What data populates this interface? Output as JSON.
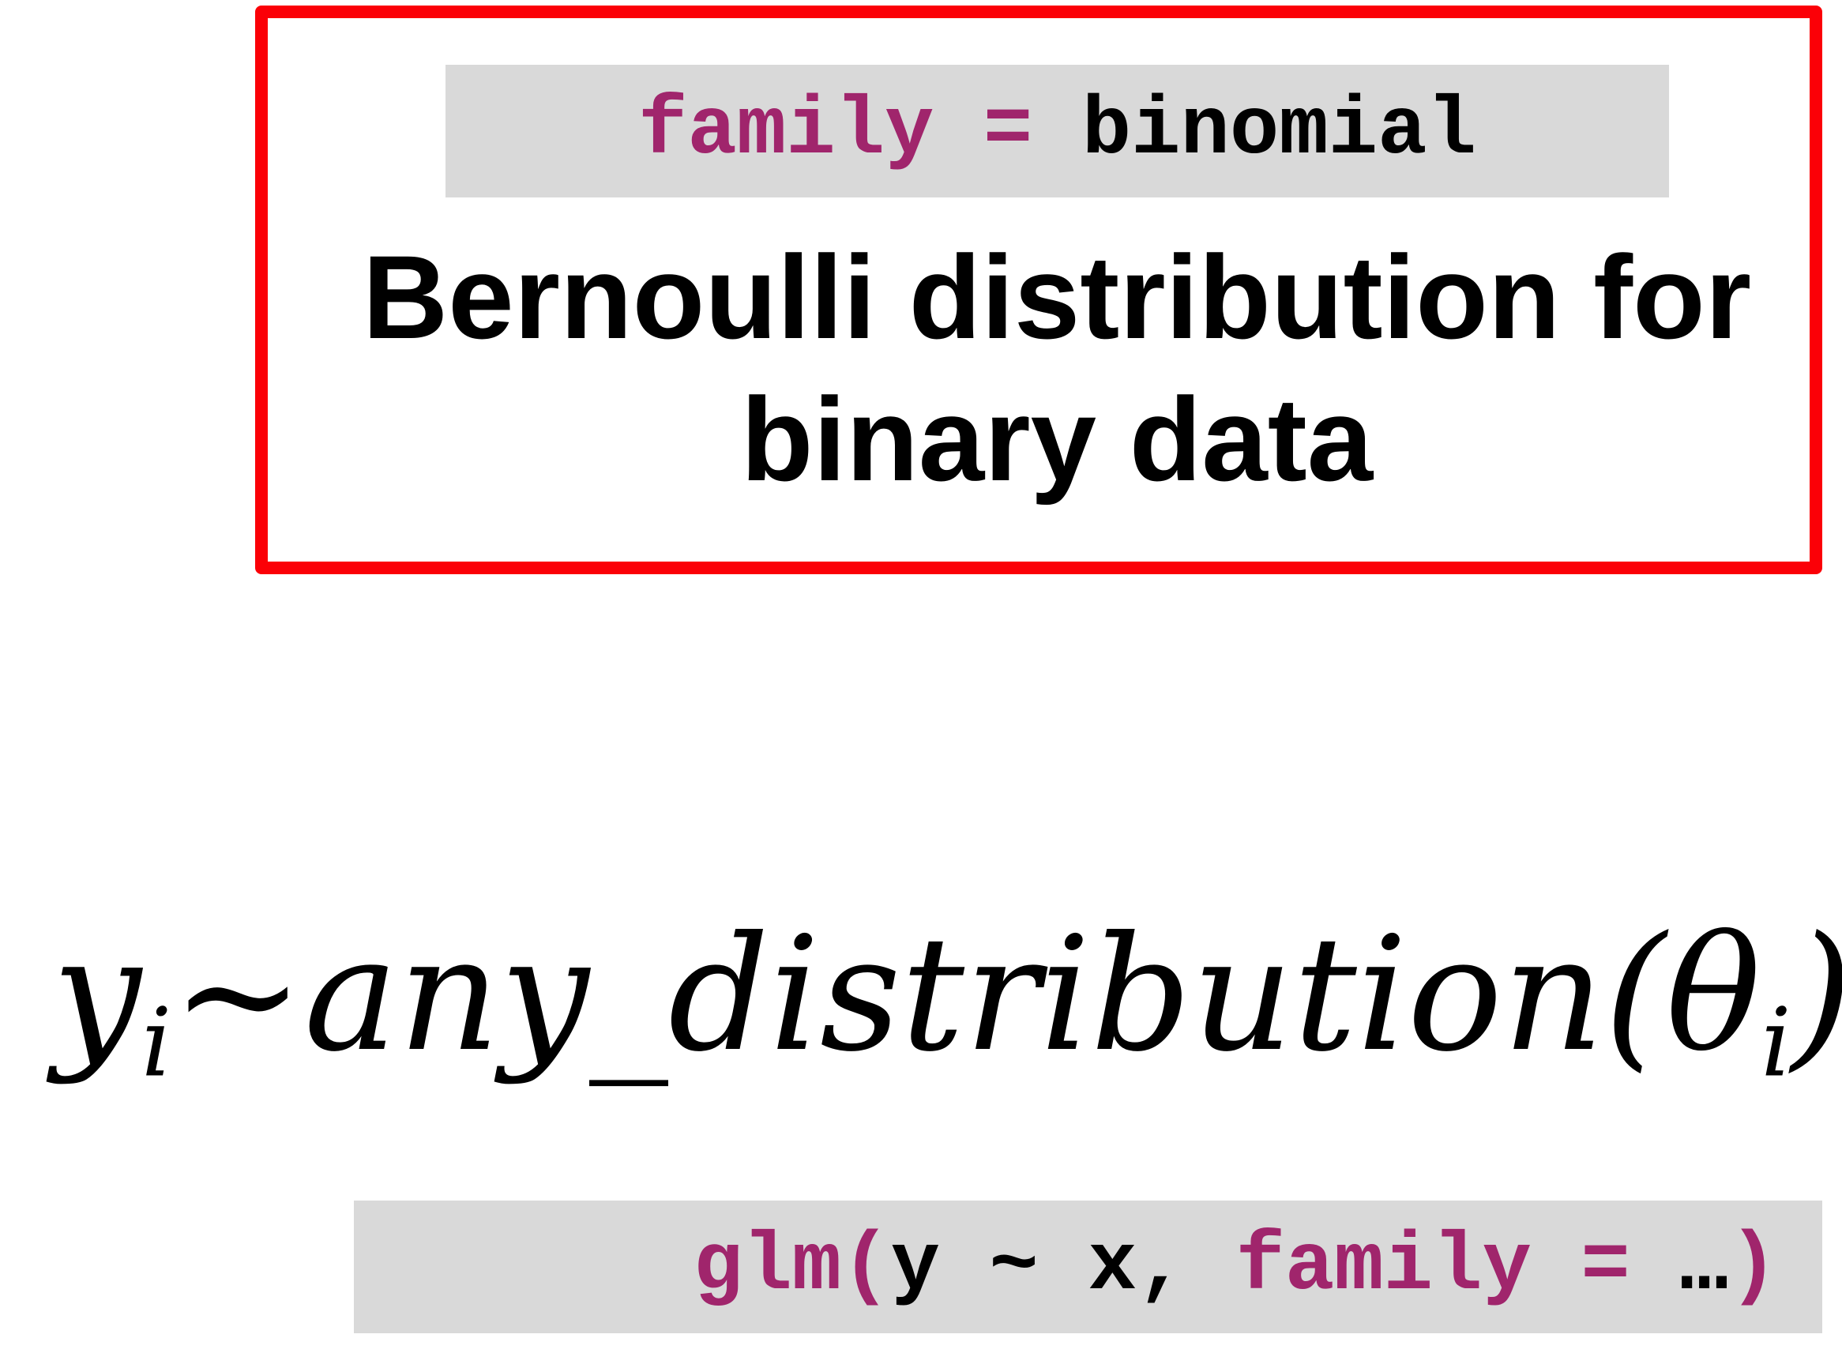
{
  "top_code": {
    "keyword": "family",
    "operator": " = ",
    "value": "binomial"
  },
  "heading": {
    "line1": "Bernoulli distribution for",
    "line2": "binary data"
  },
  "formula": {
    "y": "y",
    "sub_i": "i",
    "tilde": "~",
    "dist": "any_distribution(θ",
    "sub_i2": "i",
    "close": ")"
  },
  "bottom_code": {
    "fn": "glm(",
    "args": "y ~ x, ",
    "keyword": "family",
    "operator": " = ",
    "ellipsis": "…",
    "close": ")"
  },
  "colors": {
    "keyword": "#a0256c",
    "box_border": "#fb0007",
    "chip_bg": "#d9d9d9"
  }
}
